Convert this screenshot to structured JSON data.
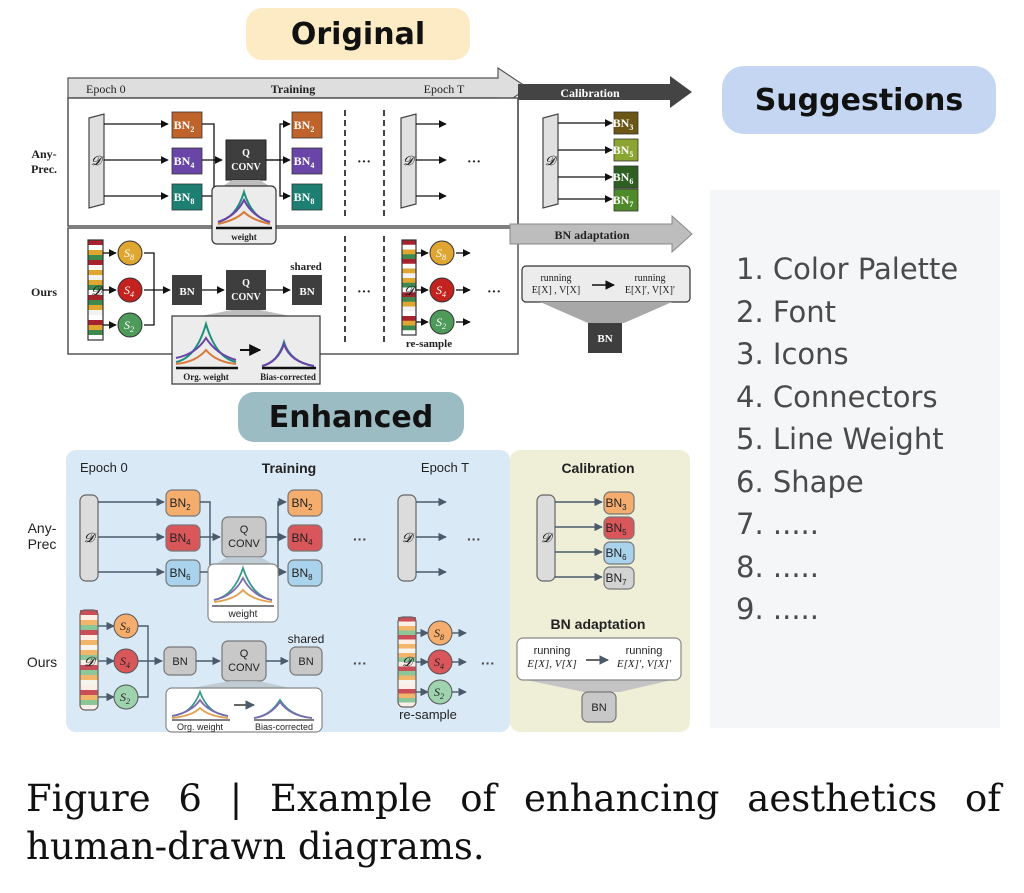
{
  "labels": {
    "original": "Original",
    "enhanced": "Enhanced",
    "suggestions": "Suggestions"
  },
  "suggestions": [
    "1. Color Palette",
    "2. Font",
    "3. Icons",
    "4. Connectors",
    "5. Line Weight",
    "6. Shape",
    "7.  .....",
    "8. .....",
    "9. ....."
  ],
  "caption": "Figure 6 | Example of enhancing aesthetics of human-drawn diagrams.",
  "original": {
    "epoch_start": "Epoch 0",
    "training": "Training",
    "epoch_end": "Epoch T",
    "calibration": "Calibration",
    "bn_adaptation": "BN adaptation",
    "row_anyprec": [
      "Any-",
      "Prec."
    ],
    "row_ours": "Ours",
    "dataset": "𝓓",
    "qconv": [
      "Q",
      "CONV"
    ],
    "weight": "weight",
    "shared": "shared",
    "bn": "BN",
    "ellipsis": "···",
    "resample": "re-sample",
    "org_weight": "Org. weight",
    "bias_corrected": "Bias-corrected",
    "bn_left": [
      {
        "base": "BN",
        "sub": "2",
        "color": "#c0632a"
      },
      {
        "base": "BN",
        "sub": "4",
        "color": "#6a45a8"
      },
      {
        "base": "BN",
        "sub": "8",
        "color": "#1d7f72"
      }
    ],
    "bn_right": [
      {
        "base": "BN",
        "sub": "2",
        "color": "#c0632a"
      },
      {
        "base": "BN",
        "sub": "4",
        "color": "#6a45a8"
      },
      {
        "base": "BN",
        "sub": "8",
        "color": "#1d7f72"
      }
    ],
    "bn_calib": [
      {
        "base": "BN",
        "sub": "3",
        "color": "#6b5616"
      },
      {
        "base": "BN",
        "sub": "5",
        "color": "#8aa532"
      },
      {
        "base": "BN",
        "sub": "6",
        "color": "#2f5e22"
      },
      {
        "base": "BN",
        "sub": "7",
        "color": "#4f8a2a"
      }
    ],
    "s_nodes": [
      {
        "base": "S",
        "sub": "8",
        "color": "#e0a632"
      },
      {
        "base": "S",
        "sub": "4",
        "color": "#c4221e"
      },
      {
        "base": "S",
        "sub": "2",
        "color": "#4e9a5a"
      }
    ],
    "running_from": [
      "running",
      "E[X] , V[X]"
    ],
    "running_to": [
      "running",
      "E[X]′, V[X]′"
    ]
  },
  "enhanced": {
    "epoch_start": "Epoch 0",
    "training": "Training",
    "epoch_end": "Epoch T",
    "calibration": "Calibration",
    "bn_adaptation": "BN adaptation",
    "row_anyprec": [
      "Any-",
      "Prec"
    ],
    "row_ours": "Ours",
    "dataset": "𝓓",
    "qconv": [
      "Q",
      "CONV"
    ],
    "weight": "weight",
    "shared": "shared",
    "bn": "BN",
    "ellipsis": "···",
    "resample": "re-sample",
    "org_weight": "Org. weight",
    "bias_corrected": "Bias-corrected",
    "bn_left": [
      {
        "base": "BN",
        "sub": "2",
        "color": "#f4ad6c"
      },
      {
        "base": "BN",
        "sub": "4",
        "color": "#d9575a"
      },
      {
        "base": "BN",
        "sub": "6",
        "color": "#a9d3ec"
      }
    ],
    "bn_right": [
      {
        "base": "BN",
        "sub": "2",
        "color": "#f4ad6c"
      },
      {
        "base": "BN",
        "sub": "4",
        "color": "#d9575a"
      },
      {
        "base": "BN",
        "sub": "8",
        "color": "#a9d3ec"
      }
    ],
    "bn_calib": [
      {
        "base": "BN",
        "sub": "3",
        "color": "#f4ad6c"
      },
      {
        "base": "BN",
        "sub": "5",
        "color": "#d9575a"
      },
      {
        "base": "BN",
        "sub": "6",
        "color": "#a9d3ec"
      },
      {
        "base": "BN",
        "sub": "7",
        "color": "#d3d3d3"
      }
    ],
    "s_nodes": [
      {
        "base": "S",
        "sub": "8",
        "color": "#f4ad6c"
      },
      {
        "base": "S",
        "sub": "4",
        "color": "#d9575a"
      },
      {
        "base": "S",
        "sub": "2",
        "color": "#9fd2ae"
      }
    ],
    "running_from": [
      "running",
      "E[X], V[X]"
    ],
    "running_to": [
      "running",
      "E[X]′, V[X]′"
    ]
  },
  "colors": {
    "original_pill": "#fdebc6",
    "enhanced_pill": "#9bbcc2",
    "suggestions_pill": "#c4d6f2",
    "enhanced_training_bg": "#d9e9f6",
    "enhanced_calib_bg": "#efefd8"
  }
}
